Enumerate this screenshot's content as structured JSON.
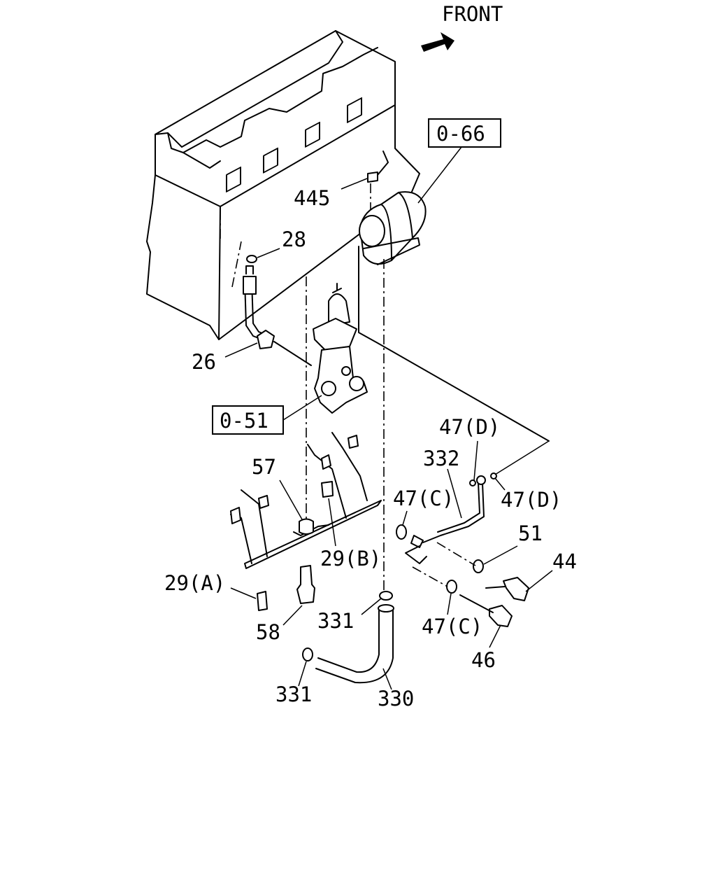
{
  "front_label": "FRONT",
  "front_arrow_icon": "front-arrow-icon",
  "refs": {
    "ref_066": "0-66",
    "ref_051": "0-51"
  },
  "labels": {
    "l445": "445",
    "l28": "28",
    "l26": "26",
    "l57": "57",
    "l29a": "29(A)",
    "l29b": "29(B)",
    "l58": "58",
    "l331_upper": "331",
    "l331_lower": "331",
    "l330": "330",
    "l332": "332",
    "l47d_upper": "47(D)",
    "l47d_right": "47(D)",
    "l47c_upper": "47(C)",
    "l47c_lower": "47(C)",
    "l51": "51",
    "l44": "44",
    "l46": "46"
  }
}
